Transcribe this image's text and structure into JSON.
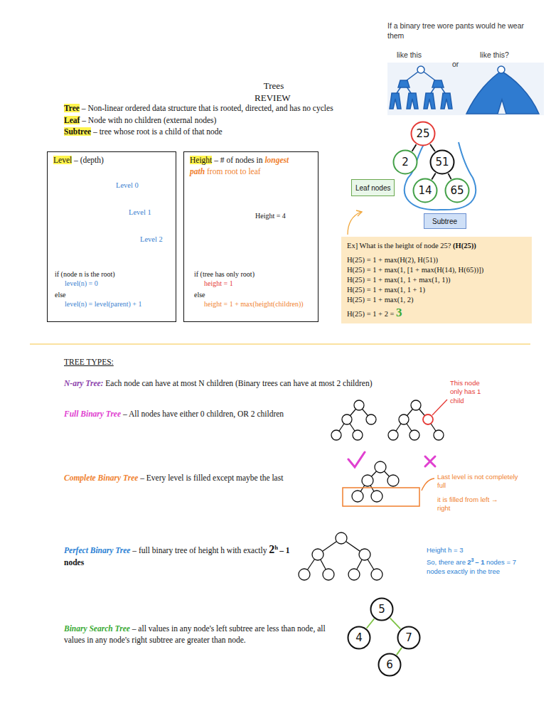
{
  "diagram": {
    "title": "Trees",
    "nodes": [
      {
        "text": [
          "25"
        ]
      },
      {
        "text": [
          "2"
        ]
      },
      {
        "text": [
          "51"
        ]
      },
      {
        "text": [
          "14"
        ]
      },
      {
        "text": [
          "65"
        ]
      },
      {
        "text": [
          "Leaf nodes"
        ]
      },
      {
        "text": [
          "Level",
          "– (depth)",
          "Level 0",
          "Level 1",
          "Level 2",
          "if (node n is the root)",
          "level(n) = 0",
          "else",
          "level(n) = level(parent) + 1"
        ]
      },
      {
        "text": [
          "Height",
          "– # of nodes in",
          "longest path",
          "from root to leaf",
          "Height = 4",
          "if (tree has only root)",
          "height = 1",
          "else",
          "height = 1 + max(height(children))"
        ]
      },
      {
        "text": [
          "Subtree"
        ]
      },
      {
        "text": [
          "Ex] What is the height of node 25?",
          "(H(25))",
          "H(25) = 1 + max(H(2), H(51))",
          "H(25) = 1 + max(1, [1 + max(H(14), H(65))])",
          "H(25) = 1 + max(1, 1 + max(1, 1))",
          "H(25) = 1 + max(1, 1 + 1)",
          "H(25) = 1 + max(1, 2)",
          "H(25) = 1 + 2 =",
          "3"
        ]
      },
      {
        "text": [
          "5"
        ]
      },
      {
        "text": [
          "4"
        ]
      },
      {
        "text": [
          "7"
        ]
      },
      {
        "text": [
          "6"
        ]
      }
    ],
    "edges": [
      {
        "from": 0,
        "to": 1,
        "arrow": "none"
      },
      {
        "from": 0,
        "to": 2,
        "arrow": "none"
      },
      {
        "from": 2,
        "to": 3,
        "arrow": "none"
      },
      {
        "from": 2,
        "to": 4,
        "arrow": "none"
      },
      {
        "from": 10,
        "to": 11,
        "arrow": "none"
      },
      {
        "from": 10,
        "to": 12,
        "arrow": "none"
      },
      {
        "from": 12,
        "to": 13,
        "arrow": "none"
      }
    ],
    "labels": [
      "If a binary tree wore pants would he wear them",
      "like this",
      "or",
      "like this?",
      "Trees",
      "REVIEW",
      "Tree",
      "– Non-linear ordered data structure that is rooted, directed, and has no cycles",
      "Leaf",
      "– Node with no children (external nodes)",
      "Subtree",
      "– tree whose root is a child of that node",
      "TREE TYPES:",
      "N-ary Tree:",
      "Each node can have at most N children (Binary trees can have at most 2 children)",
      "Full Binary Tree",
      "– All nodes have either 0 children, OR 2 children",
      "This node only has 1 child",
      "Complete Binary Tree",
      "– Every level is filled except maybe the last",
      "Last level is not completely full",
      "it is filled from left → right",
      "Perfect Binary Tree",
      "– full binary tree of height h with exactly",
      "2",
      "h",
      "– 1 nodes",
      "Height h = 3",
      "So, there are",
      "2",
      "3",
      "– 1",
      "nodes = 7 nodes exactly in the tree",
      "Binary Search Tree",
      "– all values in any node's left subtree are less than node, all values in any node's right subtree are greater than node."
    ]
  }
}
